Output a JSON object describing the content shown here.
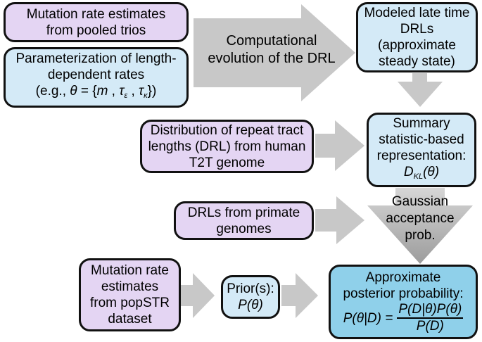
{
  "boxes": {
    "mutation_trios": [
      "Mutation rate estimates",
      "from pooled trios"
    ],
    "parameterization": {
      "line1": "Parameterization of length-",
      "line2": "dependent rates",
      "line3_prefix": "(e.g., ",
      "theta": "θ",
      "eq_open": " = {",
      "m": "m",
      "sep1": " , ",
      "tau": "τ",
      "tau_sub1": "ε",
      "sep2": " , ",
      "tau_sub2": "κ",
      "close": "})"
    },
    "modeled_late": [
      "Modeled late time",
      "DRLs",
      "(approximate",
      "steady state)"
    ],
    "distribution": [
      "Distribution of repeat tract",
      "lengths (DRL) from human",
      "T2T genome"
    ],
    "summary": {
      "lines": [
        "Summary",
        "statistic-based",
        "representation:"
      ],
      "d": "D",
      "d_sub": "KL",
      "d_arg": "(θ)"
    },
    "primate": [
      "DRLs from primate",
      "genomes"
    ],
    "popstr": [
      "Mutation rate",
      "estimates",
      "from popSTR",
      "dataset"
    ],
    "prior": {
      "line1": "Prior(s):",
      "line2": "P(θ)"
    },
    "posterior": {
      "line1": "Approximate",
      "line2": "posterior probability:",
      "lhs": "P(θ|D) = ",
      "numerator": "P(D|θ)P(θ)",
      "denominator": "P(D)"
    }
  },
  "arrows": {
    "computational": [
      "Computational",
      "evolution of the DRL"
    ],
    "gaussian": [
      "Gaussian",
      "acceptance",
      "prob."
    ]
  },
  "colors": {
    "purple_box": "#e4d5f3",
    "blue_box": "#d4eaf7",
    "posterior_box": "#8fd0ea",
    "arrow_gray": "#c8c8c8",
    "arrow_gray_dark": "#a9a9a9"
  }
}
